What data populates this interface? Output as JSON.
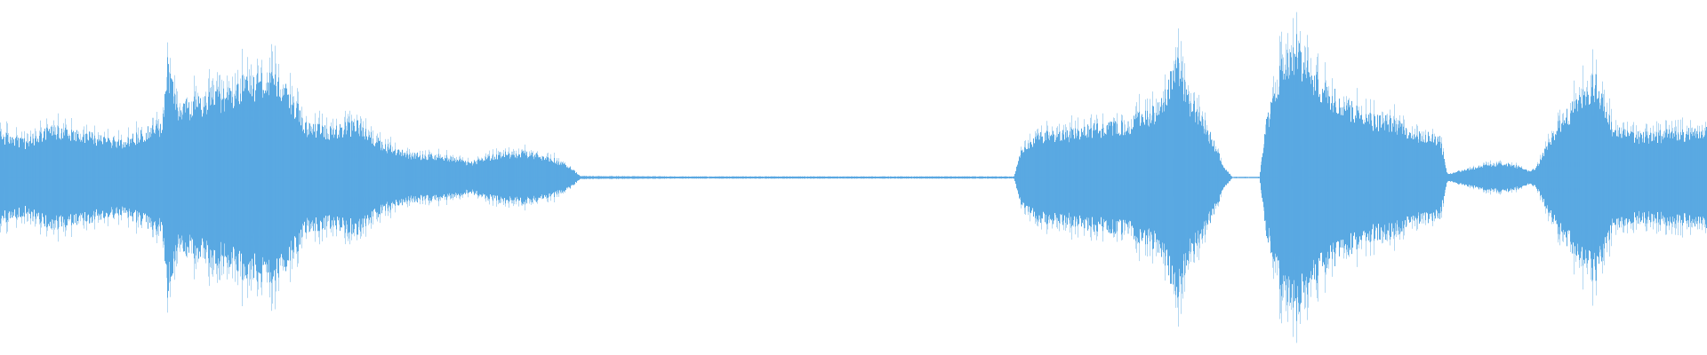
{
  "waveform": {
    "color": "#5aa9e2",
    "background": "#ffffff",
    "amplitude_envelope": [
      {
        "t": 0.0,
        "a": 0.24,
        "spike": 0.33
      },
      {
        "t": 0.015,
        "a": 0.2
      },
      {
        "t": 0.03,
        "a": 0.27
      },
      {
        "t": 0.045,
        "a": 0.26
      },
      {
        "t": 0.06,
        "a": 0.22
      },
      {
        "t": 0.072,
        "a": 0.2
      },
      {
        "t": 0.085,
        "a": 0.26
      },
      {
        "t": 0.095,
        "a": 0.3
      },
      {
        "t": 0.098,
        "a": 0.62,
        "spike": 0.66
      },
      {
        "t": 0.104,
        "a": 0.4
      },
      {
        "t": 0.115,
        "a": 0.42
      },
      {
        "t": 0.13,
        "a": 0.46
      },
      {
        "t": 0.14,
        "a": 0.52
      },
      {
        "t": 0.15,
        "a": 0.55,
        "spike": 0.64
      },
      {
        "t": 0.16,
        "a": 0.54
      },
      {
        "t": 0.17,
        "a": 0.46
      },
      {
        "t": 0.18,
        "a": 0.28
      },
      {
        "t": 0.195,
        "a": 0.27
      },
      {
        "t": 0.21,
        "a": 0.3
      },
      {
        "t": 0.225,
        "a": 0.18
      },
      {
        "t": 0.24,
        "a": 0.13
      },
      {
        "t": 0.26,
        "a": 0.12
      },
      {
        "t": 0.275,
        "a": 0.08
      },
      {
        "t": 0.29,
        "a": 0.13
      },
      {
        "t": 0.31,
        "a": 0.14
      },
      {
        "t": 0.325,
        "a": 0.1
      },
      {
        "t": 0.335,
        "a": 0.05
      },
      {
        "t": 0.34,
        "a": 0.008
      },
      {
        "t": 0.4,
        "a": 0.006
      },
      {
        "t": 0.5,
        "a": 0.006
      },
      {
        "t": 0.594,
        "a": 0.006
      },
      {
        "t": 0.598,
        "a": 0.14
      },
      {
        "t": 0.61,
        "a": 0.24
      },
      {
        "t": 0.625,
        "a": 0.25
      },
      {
        "t": 0.64,
        "a": 0.28
      },
      {
        "t": 0.66,
        "a": 0.3
      },
      {
        "t": 0.68,
        "a": 0.4
      },
      {
        "t": 0.69,
        "a": 0.66,
        "spike": 0.75
      },
      {
        "t": 0.697,
        "a": 0.44
      },
      {
        "t": 0.707,
        "a": 0.28
      },
      {
        "t": 0.718,
        "a": 0.05
      },
      {
        "t": 0.722,
        "a": 0.004
      },
      {
        "t": 0.738,
        "a": 0.004
      },
      {
        "t": 0.742,
        "a": 0.3
      },
      {
        "t": 0.75,
        "a": 0.6
      },
      {
        "t": 0.76,
        "a": 0.74,
        "spike": 0.78
      },
      {
        "t": 0.77,
        "a": 0.56
      },
      {
        "t": 0.785,
        "a": 0.44
      },
      {
        "t": 0.8,
        "a": 0.34
      },
      {
        "t": 0.815,
        "a": 0.32
      },
      {
        "t": 0.83,
        "a": 0.25
      },
      {
        "t": 0.844,
        "a": 0.22
      },
      {
        "t": 0.848,
        "a": 0.02
      },
      {
        "t": 0.856,
        "a": 0.04
      },
      {
        "t": 0.87,
        "a": 0.07
      },
      {
        "t": 0.885,
        "a": 0.08
      },
      {
        "t": 0.895,
        "a": 0.04
      },
      {
        "t": 0.9,
        "a": 0.05
      },
      {
        "t": 0.912,
        "a": 0.28
      },
      {
        "t": 0.925,
        "a": 0.45
      },
      {
        "t": 0.935,
        "a": 0.55,
        "spike": 0.6
      },
      {
        "t": 0.945,
        "a": 0.28
      },
      {
        "t": 0.96,
        "a": 0.24
      },
      {
        "t": 0.98,
        "a": 0.25
      },
      {
        "t": 1.0,
        "a": 0.26
      }
    ]
  }
}
